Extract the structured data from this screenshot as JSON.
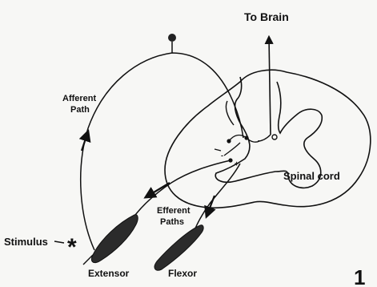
{
  "labels": {
    "to_brain": "To Brain",
    "afferent_line1": "Afferent",
    "afferent_line2": "Path",
    "spinal_cord": "Spinal cord",
    "efferent_line1": "Efferent",
    "efferent_line2": "Paths",
    "stimulus": "Stimulus",
    "extensor": "Extensor",
    "flexor": "Flexor",
    "figure_number": "1"
  },
  "colors": {
    "ink": "#111111",
    "muscle": "#2b2b2b",
    "background": "#f7f7f5"
  }
}
